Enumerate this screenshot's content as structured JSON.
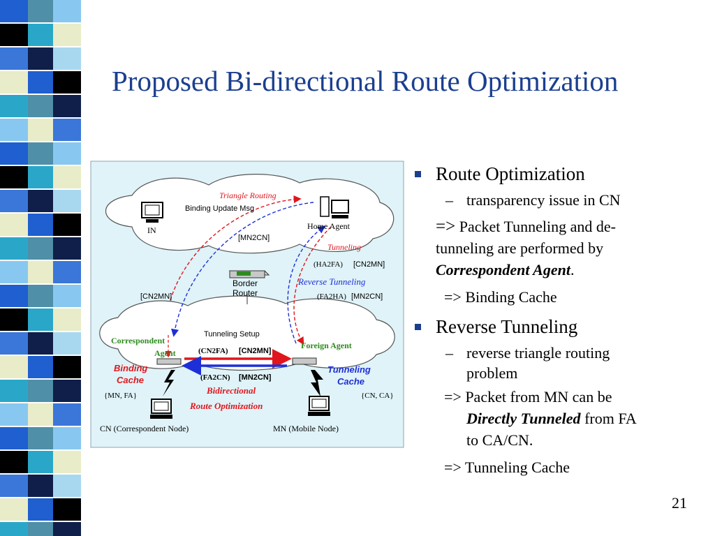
{
  "slide": {
    "title": "Proposed Bi-directional Route Optimization",
    "page_number": "21"
  },
  "colors": {
    "title": "#1b3f8f",
    "bullet": "#1b3f8f",
    "figure_bg": "#dff3f8",
    "forward_arrow": "#e0161c",
    "reverse_arrow": "#1d2fd6"
  },
  "figure": {
    "labels": {
      "triangle_routing": "Triangle Routing",
      "binding_update_msg": "Binding Update Msg",
      "in": "IN",
      "home_agent": "Home Agent",
      "mn2cn_top": "[MN2CN]",
      "tunneling": "Tunneling",
      "ha2fa": "(HA2FA)",
      "cn2mn_right": "[CN2MN]",
      "border_router_1": "Border",
      "border_router_2": "Router",
      "reverse_tunneling": "Reverse Tunneling",
      "fa2ha": "(FA2HA)",
      "mn2cn_right": "[MN2CN]",
      "cn2mn_left": "[CN2MN]",
      "tunneling_setup": "Tunneling Setup",
      "correspondent_1": "Correspondent",
      "correspondent_2": "Agent",
      "foreign_agent": "Foreign Agent",
      "cn2fa": "(CN2FA)",
      "cn2mn_mid": "[CN2MN]",
      "fa2cn": "(FA2CN)",
      "mn2cn_mid": "[MN2CN]",
      "binding_1": "Binding",
      "binding_2": "Cache",
      "tunneling_cache_1": "Tunneling",
      "tunneling_cache_2": "Cache",
      "mn_fa": "{MN, FA}",
      "cn_ca": "{CN, CA}",
      "bidirectional_1": "Bidirectional",
      "bidirectional_2": "Route Optimization",
      "cn_node": "CN (Correspondent Node)",
      "mn_node": "MN (Mobile Node)"
    }
  },
  "bullets": {
    "b1": "Route Optimization",
    "b1_sub": "transparency issue in CN",
    "b1_arrow": "=>",
    "b1_text_a": "Packet Tunneling and de-",
    "b1_text_b": "tunneling are performed by",
    "b1_text_c": "Correspondent Agent",
    "b1_text_d": ".",
    "b1_cache": "=> Binding Cache",
    "b2": "Reverse Tunneling",
    "b2_sub_a": "reverse triangle routing",
    "b2_sub_b": "problem",
    "b2_text_a": "=> Packet from MN can be",
    "b2_text_b": "Directly Tunneled",
    "b2_text_c": "from FA",
    "b2_text_d": "to CA/CN.",
    "b2_cache": "=> Tunneling Cache",
    "dash": "–"
  }
}
